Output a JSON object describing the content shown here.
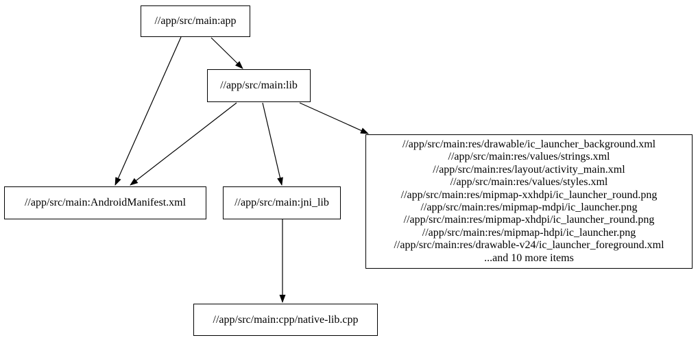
{
  "diagram": {
    "kind": "dependency-graph",
    "colors": {
      "background": "#ffffff",
      "node_fill": "#ffffff",
      "node_border": "#000000",
      "edge": "#000000",
      "text": "#000000"
    },
    "nodes": {
      "app": {
        "label": "//app/src/main:app"
      },
      "lib": {
        "label": "//app/src/main:lib"
      },
      "android_manifest": {
        "label": "//app/src/main:AndroidManifest.xml"
      },
      "jni_lib": {
        "label": "//app/src/main:jni_lib"
      },
      "native_lib": {
        "label": "//app/src/main:cpp/native-lib.cpp"
      },
      "resources": {
        "lines": [
          "//app/src/main:res/drawable/ic_launcher_background.xml",
          "//app/src/main:res/values/strings.xml",
          "//app/src/main:res/layout/activity_main.xml",
          "//app/src/main:res/values/styles.xml",
          "//app/src/main:res/mipmap-xxhdpi/ic_launcher_round.png",
          "//app/src/main:res/mipmap-mdpi/ic_launcher.png",
          "//app/src/main:res/mipmap-xhdpi/ic_launcher_round.png",
          "//app/src/main:res/mipmap-hdpi/ic_launcher.png",
          "//app/src/main:res/drawable-v24/ic_launcher_foreground.xml",
          "...and 10 more items"
        ]
      }
    },
    "edges": [
      {
        "from": "app",
        "to": "android_manifest"
      },
      {
        "from": "app",
        "to": "lib"
      },
      {
        "from": "lib",
        "to": "android_manifest"
      },
      {
        "from": "lib",
        "to": "jni_lib"
      },
      {
        "from": "lib",
        "to": "resources"
      },
      {
        "from": "jni_lib",
        "to": "native_lib"
      }
    ]
  }
}
